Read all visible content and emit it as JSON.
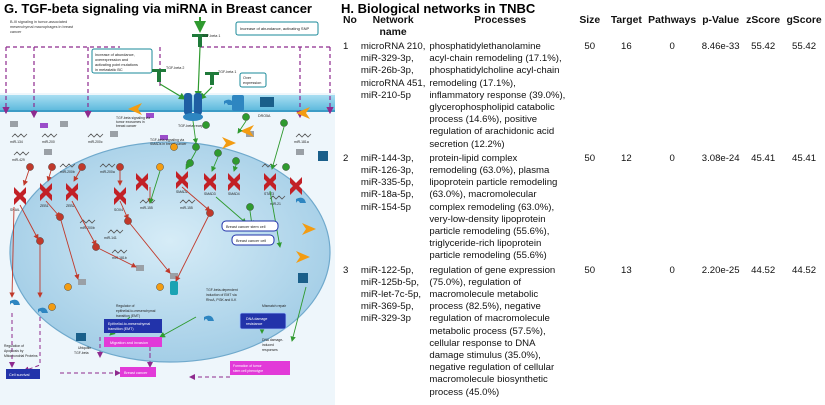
{
  "left_panel": {
    "title": "G. TGF-beta signaling via miRNA in Breast cancer",
    "labels": {
      "top_note": "TGF-beta 1",
      "box_left": "Increase of abundance, overexpression and activating point mutations in metastatic BC",
      "box_right": "Increase of abundance, activating SNP",
      "tgfb2": "TGF-beta 2",
      "tgfb1": "TGF-beta 1",
      "over_expression": "Over expression",
      "receptor": "TGF-beta receptor type I",
      "smad_receptor": "TGF-beta receptor type II",
      "signaling_note": "TGF-beta signaling via miRNA in breast cancer",
      "smad_note": "TGF-beta signaling via SMADs in breast cancer",
      "stem_cell": "Breast cancer stem cell",
      "cancer_cell": "Breast cancer cell",
      "emt": "Epithelial-to-mesenchymal transition (EMT)",
      "migration": "Migration and invasion",
      "cell_survival": "Cell survival",
      "breast_cancer": "Breast cancer",
      "dna_damage": "DNA damage resistance",
      "formation": "Formation of tumor stem cell",
      "apoptosis": "Regulation of Apoptosis by Mitochondrial Proteins",
      "ubiquitin": "Ubiquitin",
      "regulator": "Regulation of epithelial-to-mesenchymal transition (EMT)"
    }
  },
  "right_panel": {
    "title": "H. Biological networks in TNBC",
    "headers": {
      "no": "No",
      "network": "Network name",
      "processes": "Processes",
      "size": "Size",
      "target": "Target",
      "pathways": "Pathways",
      "pvalue": "p-Value",
      "zscore": "zScore",
      "gscore": "gScore"
    },
    "rows": [
      {
        "no": "1",
        "network": [
          "microRNA 210,",
          "miR-329-3p,",
          "miR-26b-3p,",
          "microRNA 451,",
          "miR-210-5p"
        ],
        "processes": [
          "phosphatidylethanolamine",
          "acyl-chain remodeling (17.1%),",
          "phosphatidylcholine acyl-chain",
          "remodeling (17.1%),",
          "inflammatory response (39.0%),",
          "glycerophospholipid catabolic",
          "process (14.6%), positive",
          "regulation of arachidonic acid",
          "secretion (12.2%)"
        ],
        "size": "50",
        "target": "16",
        "pathways": "0",
        "pvalue": "8.46e-33",
        "zscore": "55.42",
        "gscore": "55.42"
      },
      {
        "no": "2",
        "network": [
          "miR-144-3p,",
          "miR-126-3p,",
          "miR-335-5p,",
          "miR-18a-5p,",
          "miR-154-5p"
        ],
        "processes": [
          "protein-lipid complex",
          "remodeling (63.0%), plasma",
          "lipoprotein particle remodeling",
          "(63.0%), macromolecular",
          "complex remodeling (63.0%),",
          "very-low-density lipoprotein",
          "particle remodeling (55.6%),",
          "triglyceride-rich lipoprotein",
          "particle remodeling (55.6%)"
        ],
        "size": "50",
        "target": "12",
        "pathways": "0",
        "pvalue": "3.08e-24",
        "zscore": "45.41",
        "gscore": "45.41"
      },
      {
        "no": "3",
        "network": [
          "miR-122-5p,",
          "miR-125b-5p,",
          "miR-let-7c-5p,",
          "miR-369-5p,",
          "miR-329-3p"
        ],
        "processes": [
          "regulation of gene expression",
          "(75.0%), regulation of",
          "macromolecule metabolic",
          "process (82.5%), negative",
          "regulation of macromolecule",
          "metabolic process (57.5%),",
          "cellular response to DNA",
          "damage stimulus (35.0%),",
          "negative regulation of cellular",
          "macromolecule biosynthetic",
          "process (45.0%)"
        ],
        "size": "50",
        "target": "13",
        "pathways": "0",
        "pvalue": "2.20e-25",
        "zscore": "44.52",
        "gscore": "44.52"
      }
    ]
  },
  "colors": {
    "membrane": "#74c6e4",
    "nucleus": "#b9dcef",
    "arrow_green": "#2f9a2f",
    "arrow_red": "#c0392b",
    "dash_purple": "#8e2a8e",
    "box_blue": "#2233aa",
    "box_magenta": "#e23ad8",
    "node_red": "#c22026",
    "node_orange": "#f39c12",
    "node_teal": "#1aa3b3"
  }
}
